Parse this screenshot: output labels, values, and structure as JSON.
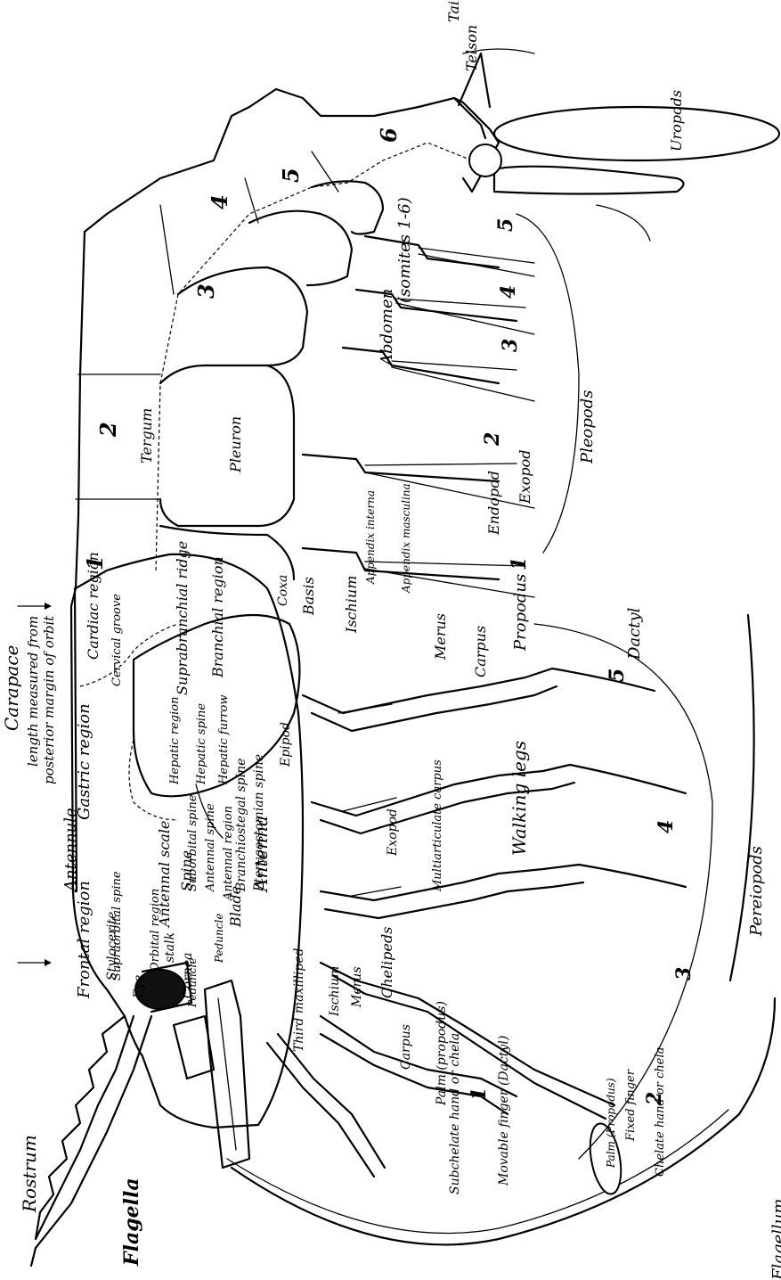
{
  "labels": {
    "rostrum": "Rostrum",
    "flagella": "Flagella",
    "flagellum": "Flagellum",
    "antennule": "Antennule",
    "stylocerite": "Stylocerite",
    "peduncle": "Peduncle",
    "antennal_scale": "Antennal scale",
    "blade": "Blade",
    "spine": "Spine",
    "peduncle2": "Peduncle",
    "antenna": "Antenna",
    "cornea": "Cornea",
    "eye": "Eye",
    "stalk": "stalk",
    "frontal_region": "Frontal region",
    "supraorbital_spine": "Supraorbital spine",
    "orbital_region": "Orbital region",
    "suborbital_spine": "Suborbital spine",
    "antennal_spine": "Antennal spine",
    "antennal_region": "Antennal region",
    "hepatic_furrow": "Hepatic furrow",
    "branchiostegal_spine": "Branchiostegal spine",
    "pterygostomian_spine": "Pterygostomian spine",
    "carapace": "Carapace",
    "carapace_note_1": "length measured from",
    "carapace_note_2": "posterior margin of orbit",
    "gastric_region": "Gastric region",
    "hepatic_region": "Hepatic region",
    "hepatic_spine": "Hepatic spine",
    "cardiac_region": "Cardiac region",
    "cervical_groove": "Cervical groove",
    "suprabranchial_ridge": "Suprabranchial ridge",
    "branchial_region": "Branchial region",
    "epipod": "Epipod",
    "coxa": "Coxa",
    "basis": "Basis",
    "ischium": "Ischium",
    "merus": "Merus",
    "carpus": "Carpus",
    "propodus": "Propodus",
    "dactyl": "Dactyl",
    "walking_legs": "Walking legs",
    "exopod": "Exopod",
    "third_maxilliped": "Third maxilliped",
    "ischium2": "Ischium",
    "merus2": "Merus",
    "chelipeds": "Chelipeds",
    "carpus2": "Carpus",
    "palm_propodus": "Palm (propodus)",
    "subchelate": "Subchelate hand or chela",
    "movable_finger": "Movable finger (Dactyl)",
    "fixed_finger": "Fixed finger",
    "palm_propodus2": "Palm (Propodus)",
    "chelate": "Chelate hand or chela",
    "multiarticulate": "Multiarticulate carpus",
    "pereiopods": "Pereiopods",
    "abdomen": "Abdomen",
    "somites": "(somites 1-6)",
    "tergum": "Tergum",
    "pleuron": "Pleuron",
    "appendix_interna": "Appendix interna",
    "appendix_masculina": "Appendix masculina",
    "endopod": "Endopod",
    "exopod2": "Exopod",
    "pleopods": "Pleopods",
    "telson": "Telson",
    "uropods": "Uropods",
    "tail_fan": "Tail fan"
  },
  "numbers": {
    "s1": "1",
    "s2": "2",
    "s3": "3",
    "s4": "4",
    "s5": "5",
    "s6": "6",
    "p1": "1",
    "p2": "2",
    "p3": "3",
    "p4": "4",
    "p5": "5",
    "leg1": "1",
    "leg2": "2",
    "leg3": "3",
    "leg4": "4",
    "leg5": "5"
  }
}
